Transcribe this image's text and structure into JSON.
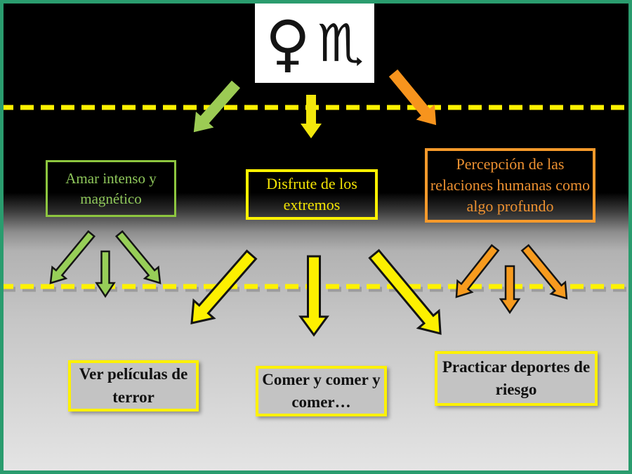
{
  "symbols": {
    "venus": "♀",
    "scorpio": "♏"
  },
  "level1": [
    {
      "label": "Amar intenso y magnético"
    },
    {
      "label": "Disfrute de los extremos"
    },
    {
      "label": "Percepción de las relaciones humanas como algo profundo"
    }
  ],
  "level2": [
    {
      "label": "Ver películas de terror"
    },
    {
      "label": "Comer y comer y comer…"
    },
    {
      "label": "Practicar deportes de riesgo"
    }
  ],
  "colors": {
    "slide_border": "#2a9c6e",
    "background_top": "#000000",
    "background_bottom": "#e4e4e4",
    "dash_yellow": "#fff200",
    "green_text": "#8fc75b",
    "green_border": "#8dc63f",
    "yellow_text": "#f3e404",
    "yellow_border": "#fff200",
    "orange_text": "#ed9131",
    "orange_border": "#f79a2b",
    "green_arrow_flat": "#9ccb54",
    "yellow_arrow_flat": "#f2e70c",
    "orange_arrow_flat": "#f7941d",
    "green_arrow_fill": "#97ce58",
    "yellow_arrow_fill": "#fdf000",
    "orange_arrow_fill": "#f79b1e",
    "arrow_outline": "#141414",
    "bottom_box_bg": "#c3c3c3",
    "bottom_box_border": "#fdf100",
    "bottom_box_text": "#111111"
  }
}
